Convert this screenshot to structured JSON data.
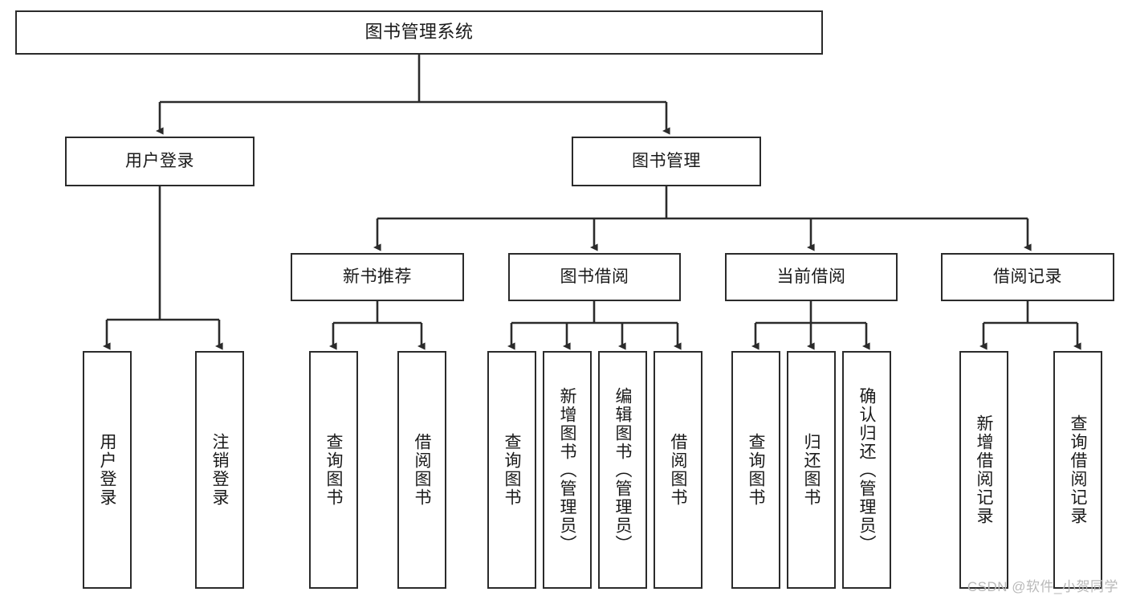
{
  "diagram": {
    "title": "图书管理系统",
    "type": "tree-hierarchy",
    "watermark": "CSDN @软件_小贺同学",
    "colors": {
      "box_border": "#2b2b2b",
      "box_fill": "#ffffff",
      "connector": "#2b2b2b",
      "text": "#1a1a1a",
      "watermark": "#b9b9b9"
    },
    "levels": {
      "root": {
        "label": "图书管理系统"
      },
      "level2": [
        {
          "label": "用户登录"
        },
        {
          "label": "图书管理"
        }
      ],
      "level3": [
        {
          "label": "新书推荐"
        },
        {
          "label": "图书借阅"
        },
        {
          "label": "当前借阅"
        },
        {
          "label": "借阅记录"
        }
      ],
      "leaves": {
        "user_login": [
          {
            "label": "用户登录"
          },
          {
            "label": "注销登录"
          }
        ],
        "new_book_recommend": [
          {
            "label": "查询图书"
          },
          {
            "label": "借阅图书"
          }
        ],
        "book_borrow": [
          {
            "label": "查询图书"
          },
          {
            "label": "新增图书（管理员）"
          },
          {
            "label": "编辑图书（管理员）"
          },
          {
            "label": "借阅图书"
          }
        ],
        "current_borrow": [
          {
            "label": "查询图书"
          },
          {
            "label": "归还图书"
          },
          {
            "label": "确认归还（管理员）"
          }
        ],
        "borrow_record": [
          {
            "label": "新增借阅记录"
          },
          {
            "label": "查询借阅记录"
          }
        ]
      }
    }
  }
}
